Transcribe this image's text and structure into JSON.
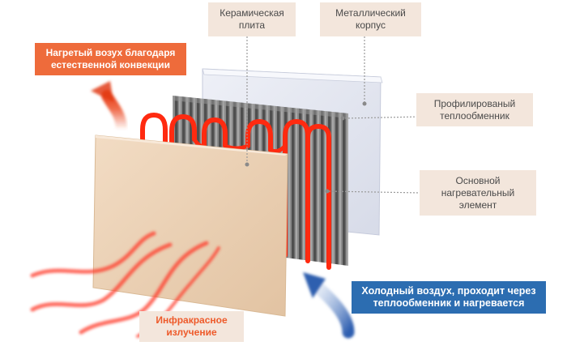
{
  "labels": {
    "ceramic_plate": "Керамическая\nплита",
    "metal_case": "Металлический\nкорпус",
    "heated_air": "Нагретый возух благодаря\nестественной конвекции",
    "heat_exchanger": "Профилированый\nтеплообменник",
    "heating_element": "Основной\nнагревательный\nэлемент",
    "cold_air": "Холодный воздух, проходит через\nтеплообменник и нагревается",
    "infrared": "Инфракрасное\nизлучение"
  },
  "colors": {
    "label_beige": "#f3e6dc",
    "label_orange": "#ee6b3b",
    "label_blue": "#2c6db1",
    "heating_element": "#ff2a10",
    "metal_case": "#e1e5f0",
    "ceramic_plate": "#ecd2b4",
    "fins": "#6e6e6e"
  },
  "icons": [
    "heat-wave-arrow-icon",
    "cold-air-arrow-icon",
    "infrared-wave-icon"
  ]
}
